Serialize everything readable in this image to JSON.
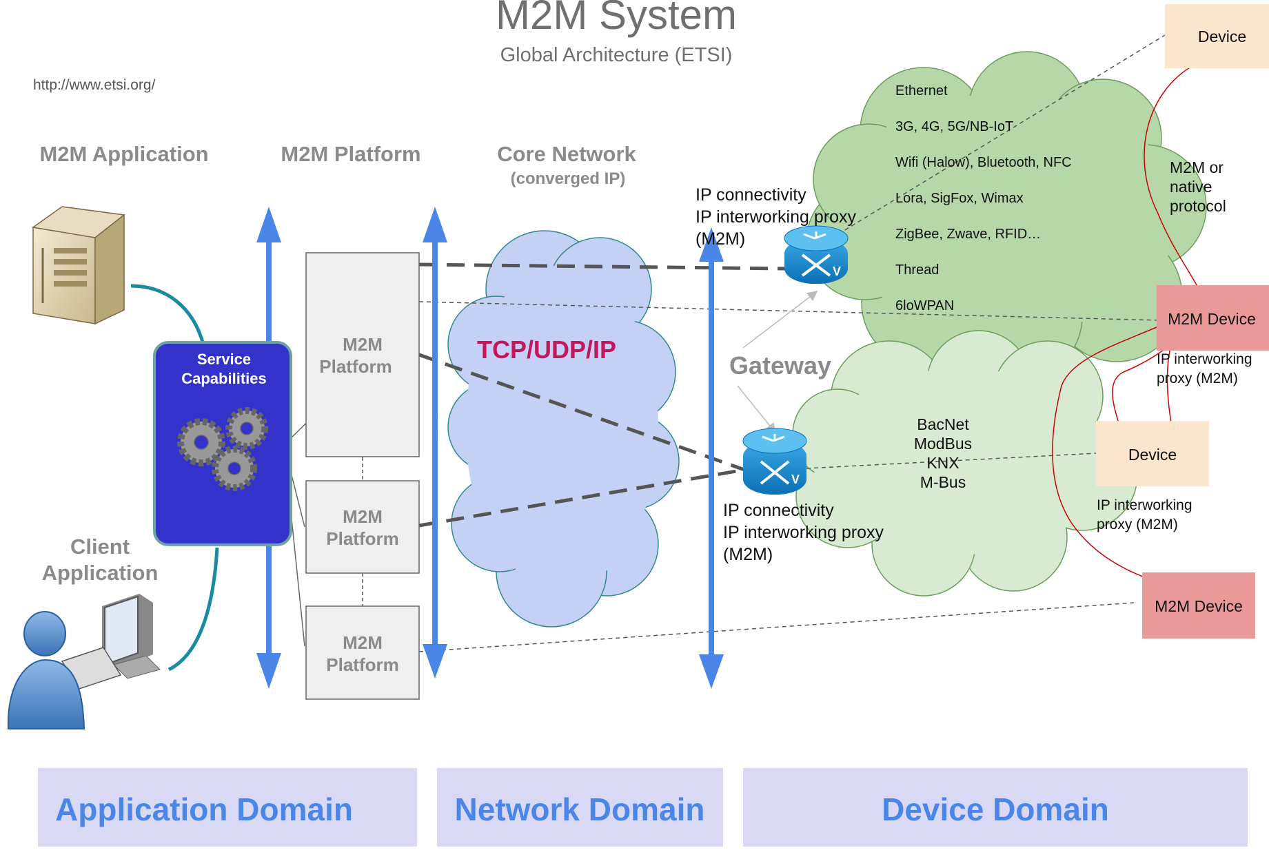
{
  "title": "M2M System",
  "subtitle": "Global Architecture (ETSI)",
  "source_url": "http://www.etsi.org/",
  "columns": {
    "application": "M2M Application",
    "platform": "M2M Platform",
    "core_network": "Core Network",
    "core_network_sub": "(converged IP)"
  },
  "service_capabilities": [
    "Service",
    "Capabilities"
  ],
  "client_application": [
    "Client",
    "Application"
  ],
  "platforms": [
    [
      "M2M",
      "Platform"
    ],
    [
      "M2M",
      "Platform"
    ],
    [
      "M2M",
      "Platform"
    ]
  ],
  "core_protocol": "TCP/UDP/IP",
  "gateway_label": "Gateway",
  "gateway_top_label": [
    "IP connectivity",
    "IP interworking proxy",
    "(M2M)"
  ],
  "gateway_bottom_label": [
    "IP connectivity",
    "IP interworking proxy",
    "(M2M)"
  ],
  "wireless_protocols": [
    "Ethernet",
    "3G, 4G, 5G/NB-IoT",
    "Wifi (Halow), Bluetooth, NFC",
    "Lora, SigFox, Wimax",
    "ZigBee, Zwave, RFID…",
    "Thread",
    "6loWPAN"
  ],
  "fieldbus_protocols": [
    "BacNet",
    "ModBus",
    "KNX",
    "M-Bus"
  ],
  "native_protocol_label": [
    "M2M or",
    "native",
    "protocol"
  ],
  "devices": {
    "device_top": "Device",
    "m2m_device_upper": "M2M Device",
    "device_mid": "Device",
    "m2m_device_lower": "M2M Device"
  },
  "proxy_label_upper": [
    "IP interworking",
    "proxy (M2M)"
  ],
  "proxy_label_lower": [
    "IP interworking",
    "proxy (M2M)"
  ],
  "domains": [
    "Application Domain",
    "Network Domain",
    "Device Domain"
  ],
  "colors": {
    "arrow_blue": "#4a86e8",
    "service_box": "#3333cc",
    "cloud_network": "#c5d0f5",
    "cloud_wireless": "#b6d7a8",
    "cloud_fieldbus": "#d9ead3",
    "device_peach": "#fce5cd",
    "device_red": "#ea9999",
    "domain_band": "#d9d9f5",
    "protocol_red": "#c2185b"
  }
}
